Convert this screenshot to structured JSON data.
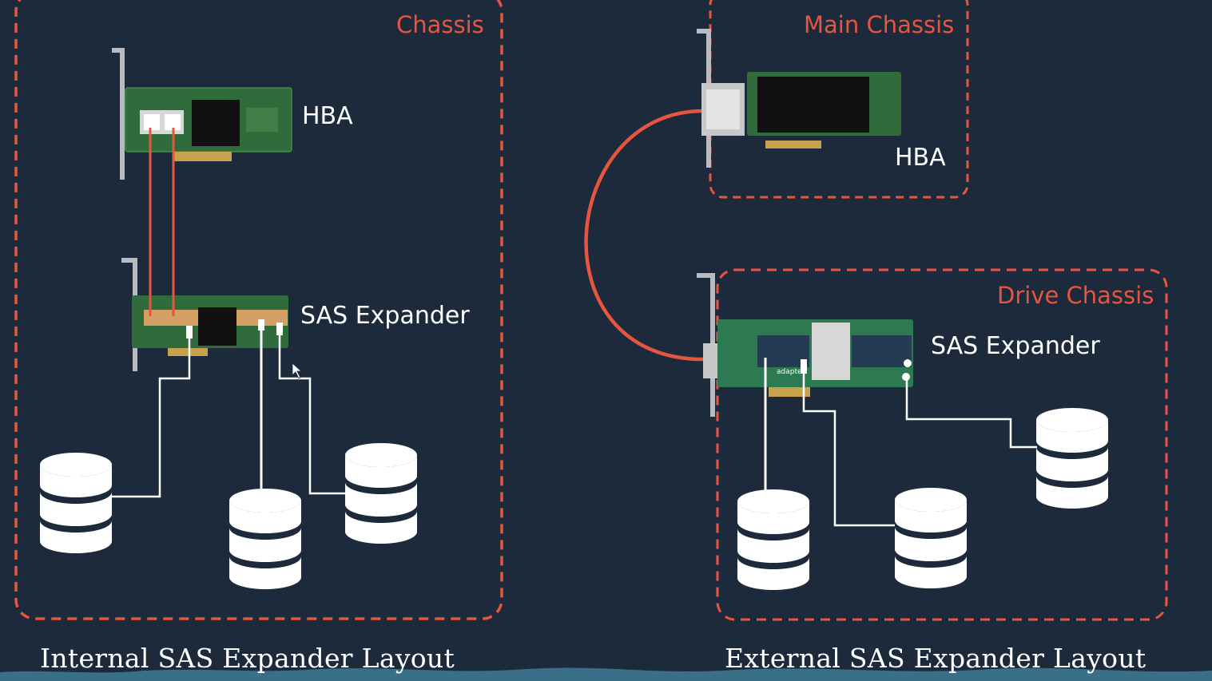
{
  "internal": {
    "chassis_label": "Chassis",
    "hba_label": "HBA",
    "expander_label": "SAS Expander",
    "caption": "Internal SAS Expander Layout"
  },
  "external": {
    "main_chassis_label": "Main Chassis",
    "hba_label": "HBA",
    "drive_chassis_label": "Drive Chassis",
    "expander_label": "SAS Expander",
    "caption": "External SAS Expander Layout"
  },
  "card_brand_text": "adaptec",
  "colors": {
    "background": "#1c2a3c",
    "accent": "#e8553f",
    "cable": "#ffffff",
    "pcb": "#2f6b3b"
  },
  "icons": [
    "hba-card-icon",
    "sas-expander-card-icon",
    "drive-icon",
    "cursor-icon"
  ]
}
